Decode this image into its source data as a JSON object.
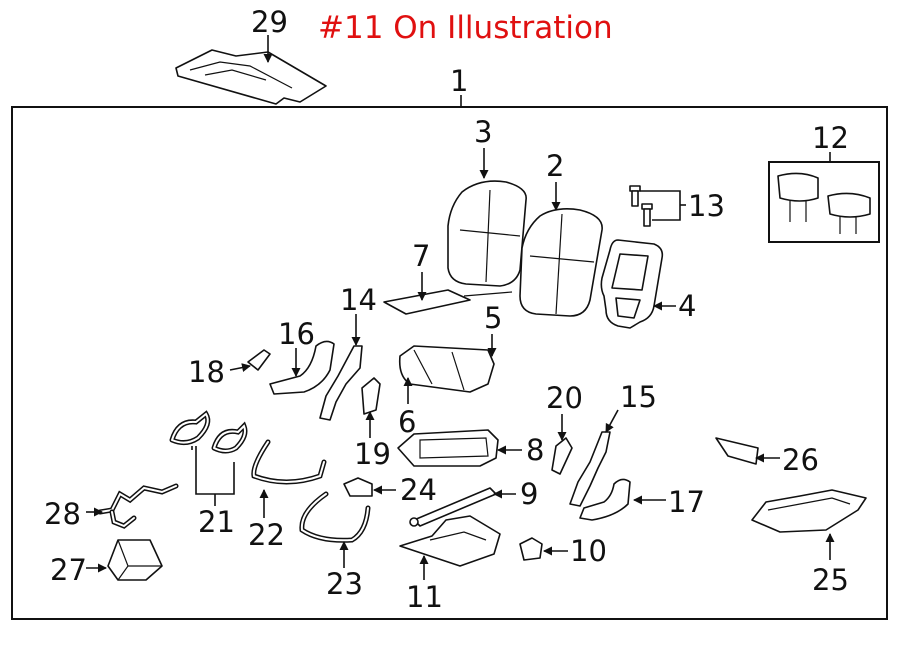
{
  "note": "#11 On Illustration",
  "callouts": [
    "1",
    "2",
    "3",
    "4",
    "5",
    "6",
    "7",
    "8",
    "9",
    "10",
    "11",
    "12",
    "13",
    "14",
    "15",
    "16",
    "17",
    "18",
    "19",
    "20",
    "21",
    "22",
    "23",
    "24",
    "25",
    "26",
    "27",
    "28",
    "29"
  ]
}
